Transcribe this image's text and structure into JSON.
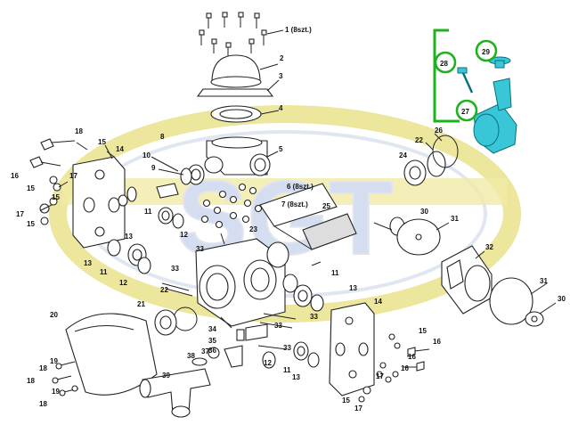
{
  "watermark": {
    "text": "SGT",
    "color": "#e9e27a",
    "accent": "#c9d6ec"
  },
  "highlight": {
    "bracket_color": "#1db31d",
    "part_color": "#39c6d6"
  },
  "labels": {
    "l1": "1 (8szt.)",
    "l2": "2",
    "l3": "3",
    "l4": "4",
    "l5": "5",
    "l6": "6 (8szt.)",
    "l7": "7 (8szt.)",
    "l8": "8",
    "l9": "9",
    "l10": "10",
    "l11a": "11",
    "l11b": "11",
    "l11c": "11",
    "l11d": "11",
    "l12a": "12",
    "l12b": "12",
    "l12c": "12",
    "l13a": "13",
    "l13b": "13",
    "l13c": "13",
    "l13d": "13",
    "l14a": "14",
    "l14b": "14",
    "l15a": "15",
    "l15b": "15",
    "l15c": "15",
    "l15d": "15",
    "l15e": "15",
    "l15f": "15",
    "l16a": "16",
    "l16b": "16",
    "l16c": "16",
    "l16d": "16",
    "l17a": "17",
    "l17b": "17",
    "l17c": "17",
    "l17d": "17",
    "l18a": "18",
    "l18b": "18",
    "l18c": "18",
    "l18d": "18",
    "l19a": "19",
    "l19b": "19",
    "l20": "20",
    "l21": "21",
    "l22a": "22",
    "l22b": "22",
    "l23": "23",
    "l24": "24",
    "l25": "25",
    "l26": "26",
    "l27": "27",
    "l28": "28",
    "l29": "29",
    "l30a": "30",
    "l30b": "30",
    "l31a": "31",
    "l31b": "31",
    "l32": "32",
    "l33a": "33",
    "l33b": "33",
    "l33c": "33",
    "l33d": "33",
    "l33e": "33",
    "l34": "34",
    "l35": "35",
    "l36": "36",
    "l37": "37",
    "l38": "38",
    "l39": "39"
  }
}
